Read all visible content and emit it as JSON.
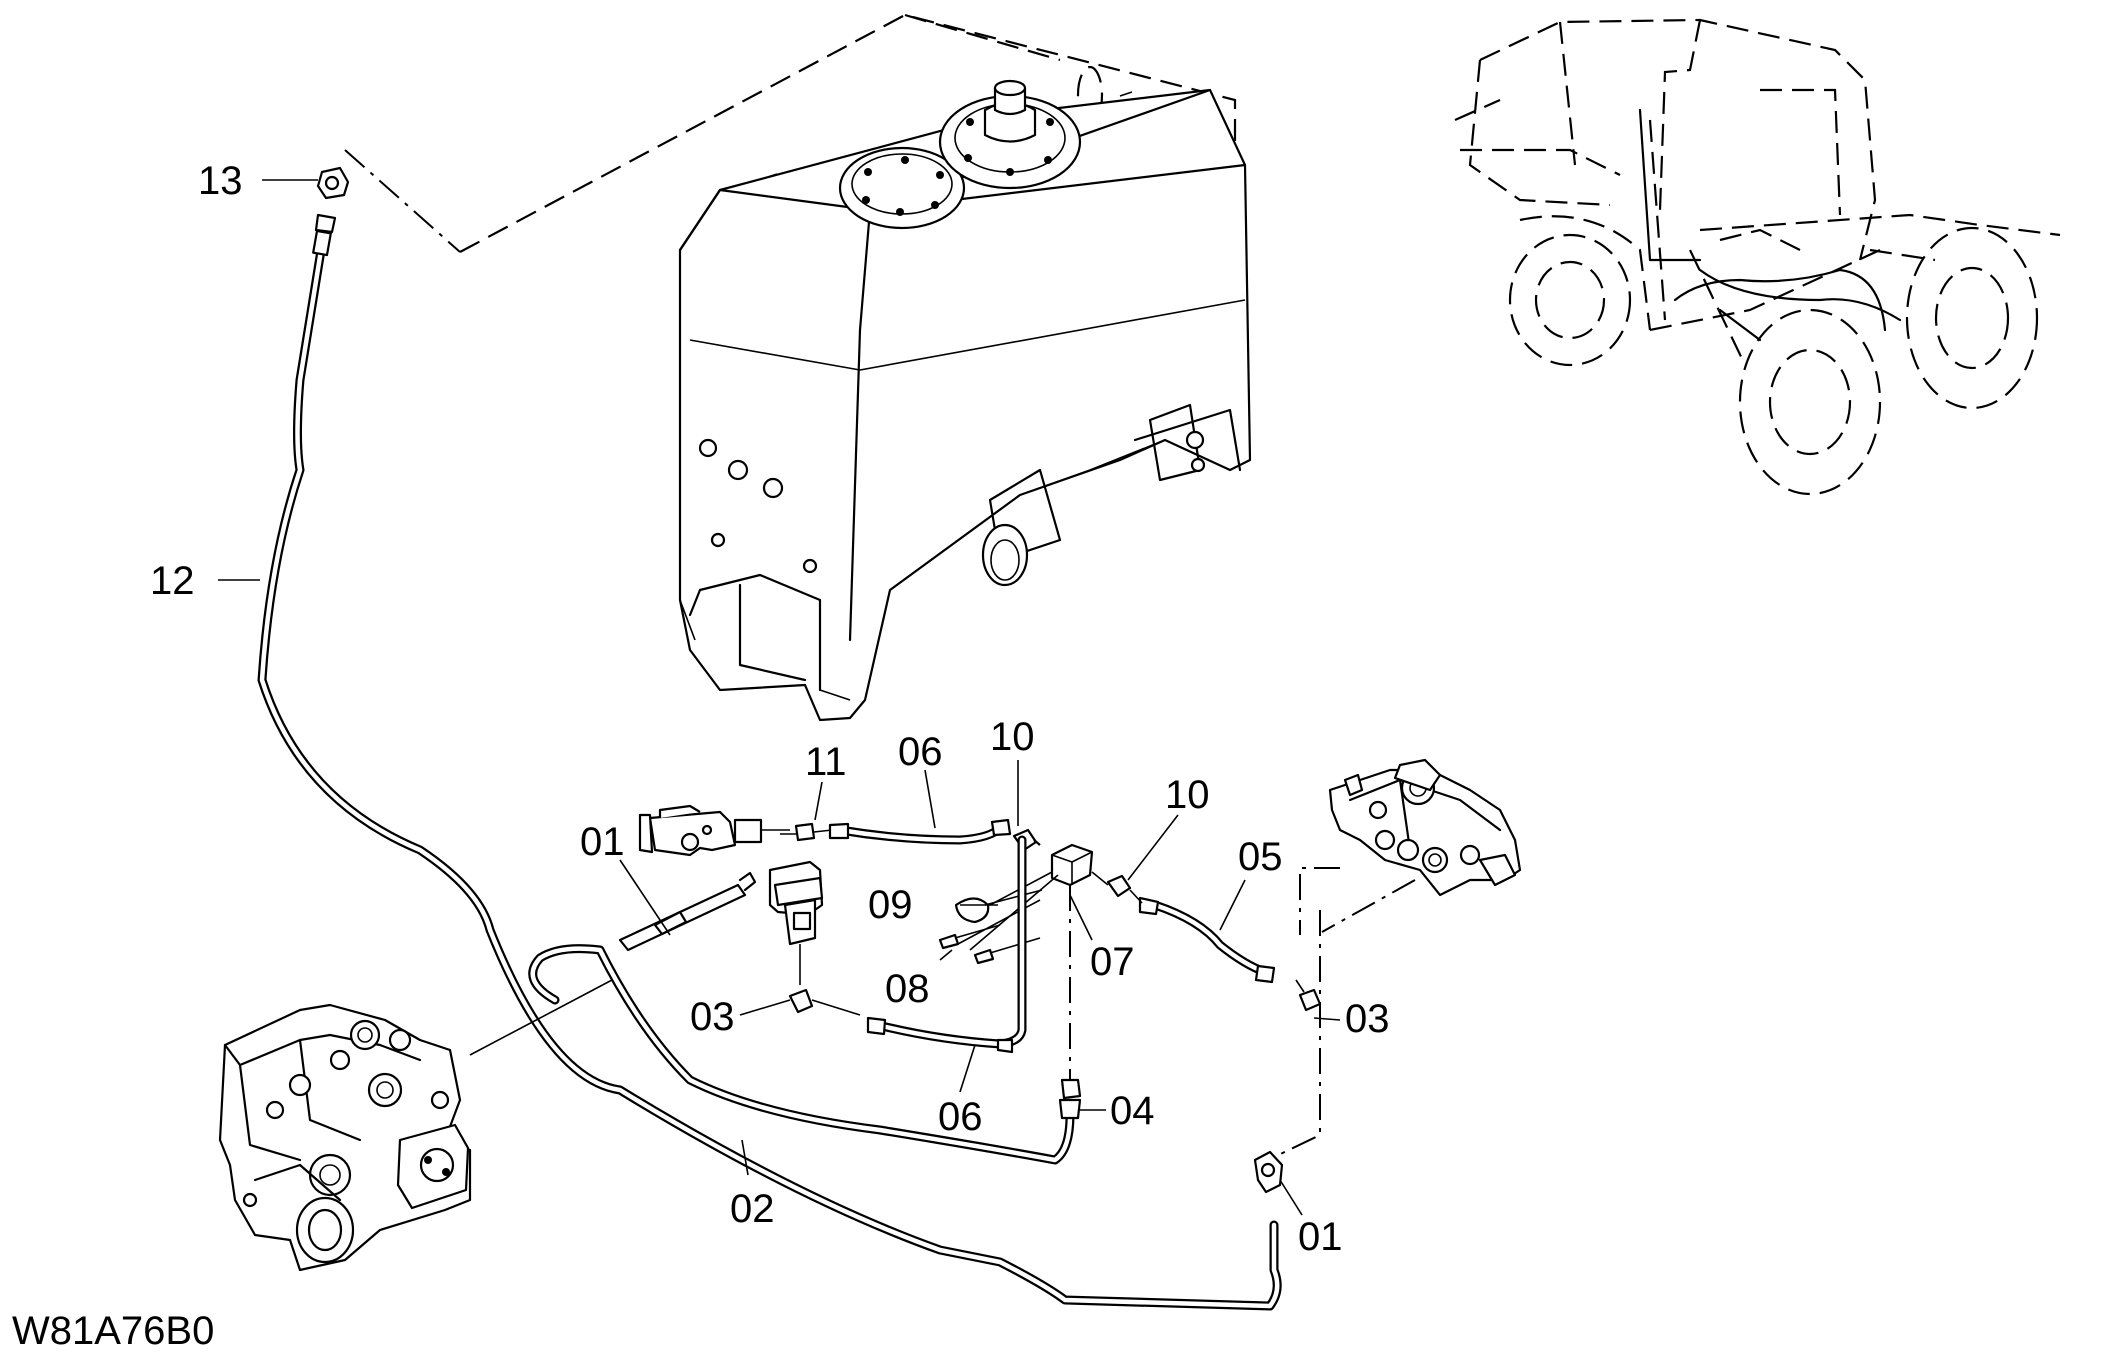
{
  "diagram": {
    "figure_code": "W81A76B0",
    "callouts": [
      {
        "id": "c13",
        "text": "13"
      },
      {
        "id": "c12",
        "text": "12"
      },
      {
        "id": "c11",
        "text": "11"
      },
      {
        "id": "c06a",
        "text": "06"
      },
      {
        "id": "c10a",
        "text": "10"
      },
      {
        "id": "c10b",
        "text": "10"
      },
      {
        "id": "c01a",
        "text": "01"
      },
      {
        "id": "c05",
        "text": "05"
      },
      {
        "id": "c09",
        "text": "09"
      },
      {
        "id": "c07",
        "text": "07"
      },
      {
        "id": "c08",
        "text": "08"
      },
      {
        "id": "c03a",
        "text": "03"
      },
      {
        "id": "c03b",
        "text": "03"
      },
      {
        "id": "c06b",
        "text": "06"
      },
      {
        "id": "c04",
        "text": "04"
      },
      {
        "id": "c02",
        "text": "02"
      },
      {
        "id": "c01b",
        "text": "01"
      }
    ]
  }
}
